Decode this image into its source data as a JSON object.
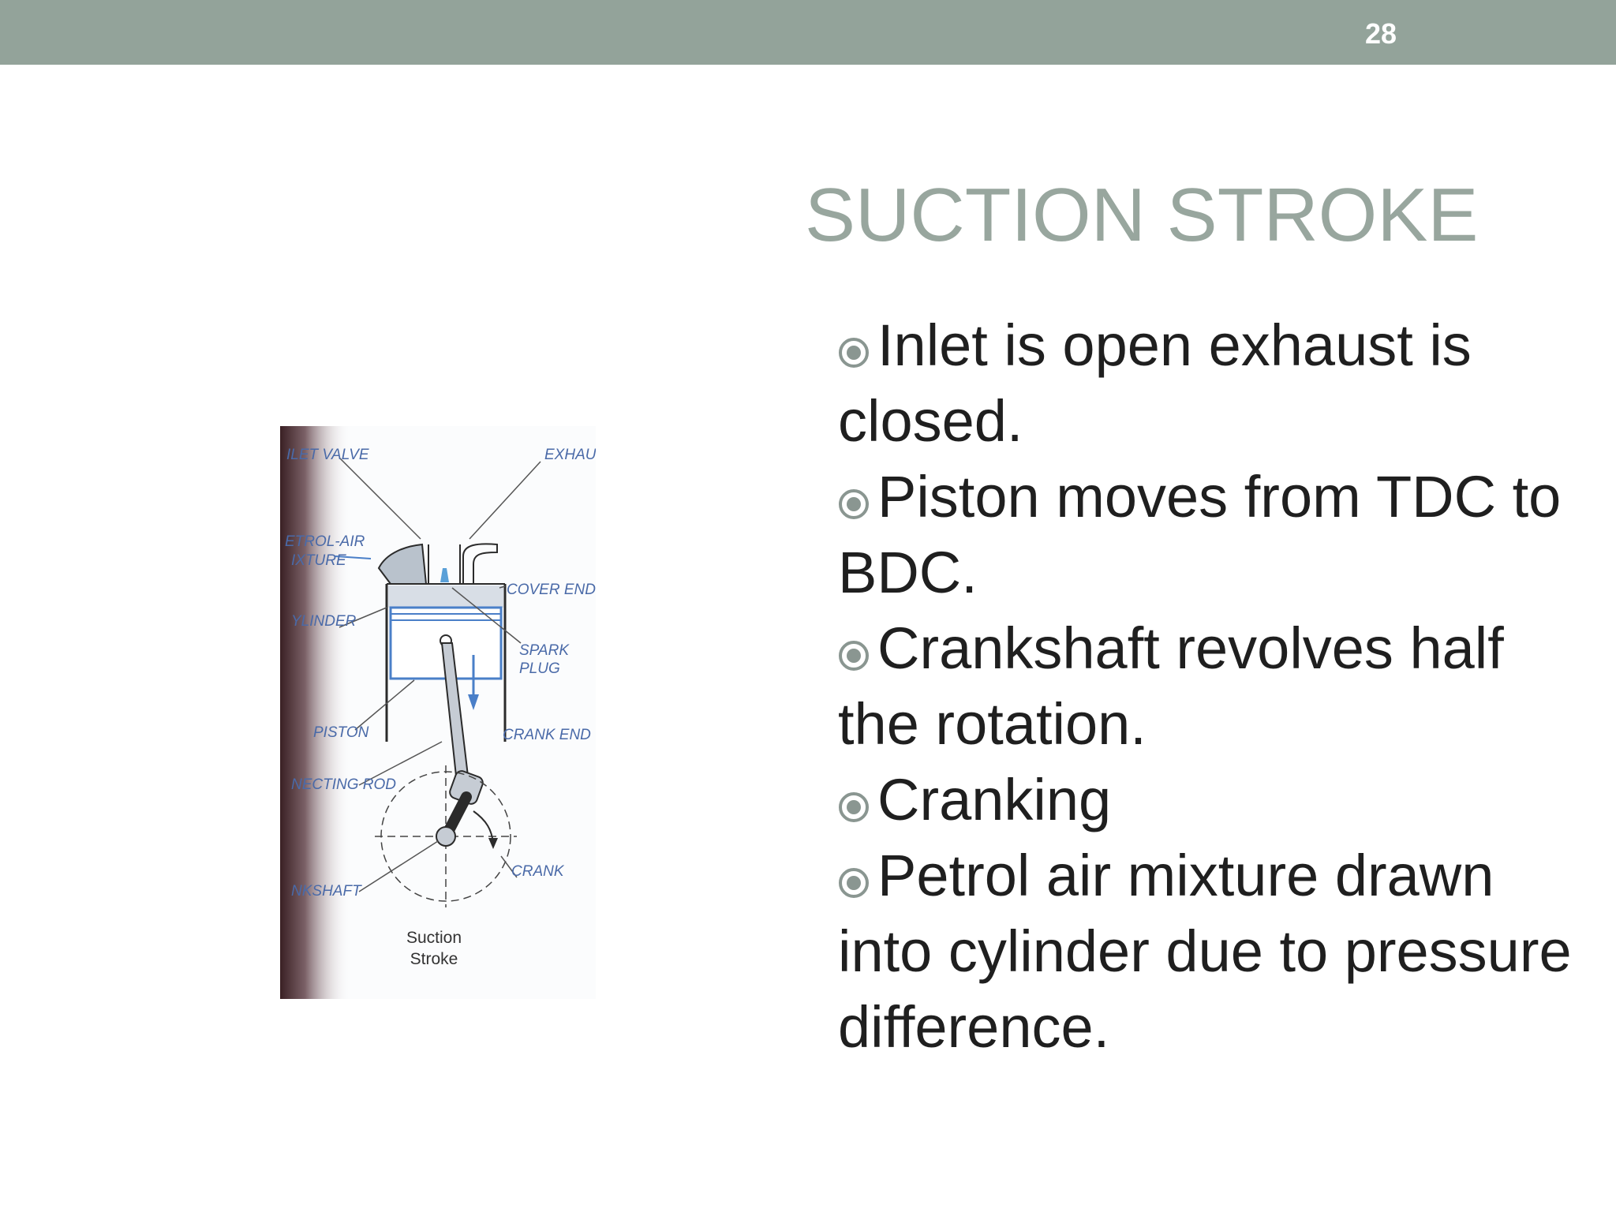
{
  "slide": {
    "number": "28",
    "title": "SUCTION STROKE",
    "bullets": [
      "Inlet is open exhaust is closed.",
      "Piston moves from TDC to BDC.",
      "Crankshaft revolves half the rotation.",
      "Cranking",
      "Petrol air mixture drawn into cylinder due to pressure difference."
    ],
    "bullet_icon": "circled-dot-icon",
    "colors": {
      "top_bar": "#93a39a",
      "title": "#98a69e",
      "body_text": "#1f1f1f",
      "diagram_label": "#4a6aa8"
    }
  },
  "diagram": {
    "labels": {
      "inlet_valve": "ILET VALVE",
      "exhaust": "EXHAU",
      "petrol_air_1": "ETROL-AIR",
      "petrol_air_2": "IXTURE",
      "cover_end": "COVER END",
      "cylinder": "YLINDER",
      "spark_1": "SPARK",
      "spark_2": "PLUG",
      "piston": "PISTON",
      "crank_end": "CRANK END",
      "connecting_rod": "NECTING ROD",
      "crank": "CRANK",
      "crankshaft": "NKSHAFT",
      "caption_1": "Suction",
      "caption_2": "Stroke"
    }
  }
}
